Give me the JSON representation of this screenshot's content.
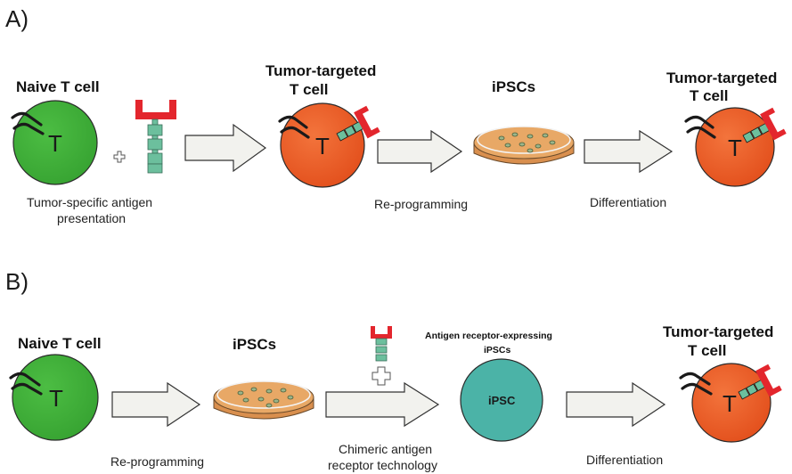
{
  "panel_a": {
    "label": "A)",
    "naive_title": "Naive T cell",
    "naive_letter": "T",
    "tumor_title_1_line1": "Tumor-targeted",
    "tumor_title_1_line2": "T cell",
    "tumor_letter_1": "T",
    "ipscs_title": "iPSCs",
    "tumor_title_2_line1": "Tumor-targeted",
    "tumor_title_2_line2": "T cell",
    "tumor_letter_2": "T",
    "caption_1_line1": "Tumor-specific antigen",
    "caption_1_line2": "presentation",
    "caption_2": "Re-programming",
    "caption_3": "Differentiation"
  },
  "panel_b": {
    "label": "B)",
    "naive_title": "Naive T cell",
    "naive_letter": "T",
    "ipscs_title": "iPSCs",
    "antigen_title_line1": "Antigen receptor-expressing",
    "antigen_title_line2": "iPSCs",
    "ipsc_cell_text": "iPSC",
    "tumor_title_line1": "Tumor-targeted",
    "tumor_title_line2": "T cell",
    "tumor_letter": "T",
    "caption_1": "Re-programming",
    "caption_2_line1": "Chimeric antigen",
    "caption_2_line2": "receptor technology",
    "caption_3": "Differentiation"
  },
  "colors": {
    "naive_cell": "#3fae3a",
    "tumor_cell": "#ee5a24",
    "ipsc_cell": "#4bb3a7",
    "dish": "#e8a866",
    "receptor_red": "#e3262d",
    "receptor_green": "#6cbf9d",
    "arrow_fill": "#f2f2ee"
  },
  "icons": [
    "tcr-receptor-icon",
    "antigen-receptor-icon",
    "petri-dish-icon",
    "block-arrow-icon",
    "plus-icon"
  ]
}
